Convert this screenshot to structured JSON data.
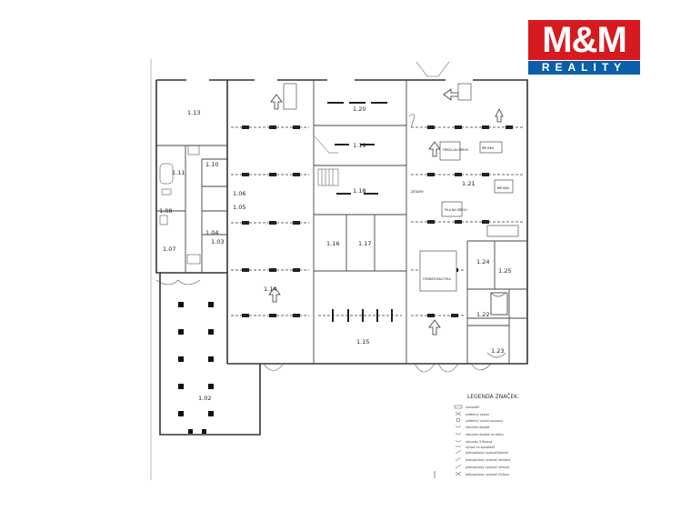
{
  "logo": {
    "top": "M&M",
    "bottom": "REALITY"
  },
  "rooms": {
    "r113": "1.13",
    "r110": "1.10",
    "r111": "1.11",
    "r108": "1.08",
    "r107": "1.07",
    "r103": "1.03",
    "r104": "1.04",
    "r105": "1.05",
    "r106": "1.06",
    "r120": "1.20",
    "r119": "1.19",
    "r118": "1.18",
    "r121": "1.21",
    "r116": "1.16",
    "r117": "1.17",
    "r114": "1.14",
    "r115": "1.15",
    "r124": "1.24",
    "r125": "1.25",
    "r122": "1.22",
    "r123": "1.23",
    "r102": "1.02"
  },
  "equipment": {
    "freza": "FRÉZA NA DŘEVO",
    "pila": "PILA NA DŘEVO",
    "formatovaci": "FORMÁTOVACÍ PILA",
    "brusky": "BRUSKA",
    "sterka": "BRUSKA",
    "zatavky": "ZÁTAVKY"
  },
  "legend": {
    "title": "LEGENDA ZNAČEK:",
    "items": [
      "rozvaděč",
      "světelný vývod",
      "světelný vývod nouzový",
      "zásuvka dvojitá",
      "zásuvka dvojitá do stěny",
      "zásuvka 3 fázová",
      "vývod na spotřebič",
      "jednopólový vypínač/spínač",
      "jednopólový vypínač střídavý",
      "jednopólový vypínač sériový",
      "jednopólový vypínač křížový"
    ]
  }
}
